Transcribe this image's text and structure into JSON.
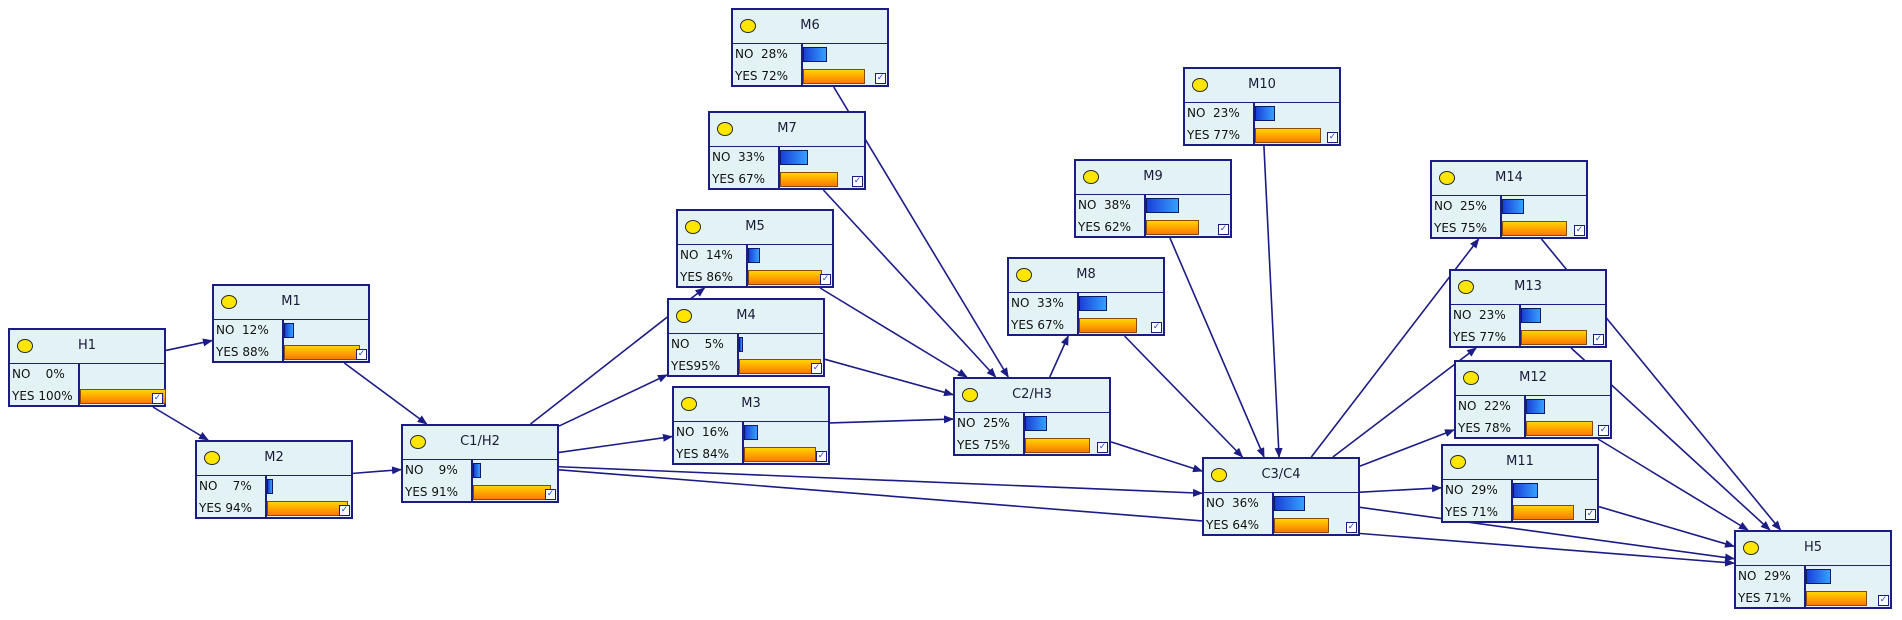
{
  "nodes": [
    {
      "id": "H1",
      "title": "H1",
      "no_label": "NO    0%",
      "yes_label": "YES 100%",
      "no_pct": 0,
      "yes_pct": 100
    },
    {
      "id": "M1",
      "title": "M1",
      "no_label": "NO  12%",
      "yes_label": "YES 88%",
      "no_pct": 12,
      "yes_pct": 88
    },
    {
      "id": "M2",
      "title": "M2",
      "no_label": "NO    7%",
      "yes_label": "YES 94%",
      "no_pct": 7,
      "yes_pct": 94
    },
    {
      "id": "C1H2",
      "title": "C1/H2",
      "no_label": "NO    9%",
      "yes_label": "YES 91%",
      "no_pct": 9,
      "yes_pct": 91
    },
    {
      "id": "M3",
      "title": "M3",
      "no_label": "NO  16%",
      "yes_label": "YES 84%",
      "no_pct": 16,
      "yes_pct": 84
    },
    {
      "id": "M4",
      "title": "M4",
      "no_label": "NO    5%",
      "yes_label": "YES95%",
      "no_pct": 5,
      "yes_pct": 95
    },
    {
      "id": "M5",
      "title": "M5",
      "no_label": "NO  14%",
      "yes_label": "YES 86%",
      "no_pct": 14,
      "yes_pct": 86
    },
    {
      "id": "M6",
      "title": "M6",
      "no_label": "NO  28%",
      "yes_label": "YES 72%",
      "no_pct": 28,
      "yes_pct": 72
    },
    {
      "id": "M7",
      "title": "M7",
      "no_label": "NO  33%",
      "yes_label": "YES 67%",
      "no_pct": 33,
      "yes_pct": 67
    },
    {
      "id": "C2H3",
      "title": "C2/H3",
      "no_label": "NO  25%",
      "yes_label": "YES 75%",
      "no_pct": 25,
      "yes_pct": 75
    },
    {
      "id": "M8",
      "title": "M8",
      "no_label": "NO  33%",
      "yes_label": "YES 67%",
      "no_pct": 33,
      "yes_pct": 67
    },
    {
      "id": "M9",
      "title": "M9",
      "no_label": "NO  38%",
      "yes_label": "YES 62%",
      "no_pct": 38,
      "yes_pct": 62
    },
    {
      "id": "M10",
      "title": "M10",
      "no_label": "NO  23%",
      "yes_label": "YES 77%",
      "no_pct": 23,
      "yes_pct": 77
    },
    {
      "id": "C3C4",
      "title": "C3/C4",
      "no_label": "NO  36%",
      "yes_label": "YES 64%",
      "no_pct": 36,
      "yes_pct": 64
    },
    {
      "id": "M11",
      "title": "M11",
      "no_label": "NO  29%",
      "yes_label": "YES 71%",
      "no_pct": 29,
      "yes_pct": 71
    },
    {
      "id": "M12",
      "title": "M12",
      "no_label": "NO  22%",
      "yes_label": "YES 78%",
      "no_pct": 22,
      "yes_pct": 78
    },
    {
      "id": "M13",
      "title": "M13",
      "no_label": "NO  23%",
      "yes_label": "YES 77%",
      "no_pct": 23,
      "yes_pct": 77
    },
    {
      "id": "M14",
      "title": "M14",
      "no_label": "NO  25%",
      "yes_label": "YES 75%",
      "no_pct": 25,
      "yes_pct": 75
    },
    {
      "id": "H5",
      "title": "H5",
      "no_label": "NO  29%",
      "yes_label": "YES 71%",
      "no_pct": 29,
      "yes_pct": 71
    }
  ],
  "edges": [
    [
      "H1",
      "M1"
    ],
    [
      "H1",
      "M2"
    ],
    [
      "M1",
      "C1H2"
    ],
    [
      "M2",
      "C1H2"
    ],
    [
      "C1H2",
      "M3"
    ],
    [
      "C1H2",
      "M4"
    ],
    [
      "C1H2",
      "M5"
    ],
    [
      "C1H2",
      "C3C4"
    ],
    [
      "C1H2",
      "H5"
    ],
    [
      "M3",
      "C2H3"
    ],
    [
      "M4",
      "C2H3"
    ],
    [
      "M5",
      "C2H3"
    ],
    [
      "M6",
      "C2H3"
    ],
    [
      "M7",
      "C2H3"
    ],
    [
      "C2H3",
      "M8"
    ],
    [
      "C2H3",
      "C3C4"
    ],
    [
      "M8",
      "C3C4"
    ],
    [
      "M9",
      "C3C4"
    ],
    [
      "M10",
      "C3C4"
    ],
    [
      "C3C4",
      "M11"
    ],
    [
      "C3C4",
      "M12"
    ],
    [
      "C3C4",
      "M13"
    ],
    [
      "C3C4",
      "M14"
    ],
    [
      "C3C4",
      "H5"
    ],
    [
      "M11",
      "H5"
    ],
    [
      "M12",
      "H5"
    ],
    [
      "M13",
      "H5"
    ],
    [
      "M14",
      "H5"
    ]
  ],
  "colors": {
    "node_fill": "#e3f3f5",
    "border": "#1c1c86",
    "edge": "#1c1c86",
    "yes_bar": "#ffb300",
    "no_bar": "#1f5ce8",
    "indicator": "#ffe600"
  },
  "icons": {
    "node_indicator": "yellow-oval-icon",
    "node_toggle": "checkbox-icon"
  }
}
